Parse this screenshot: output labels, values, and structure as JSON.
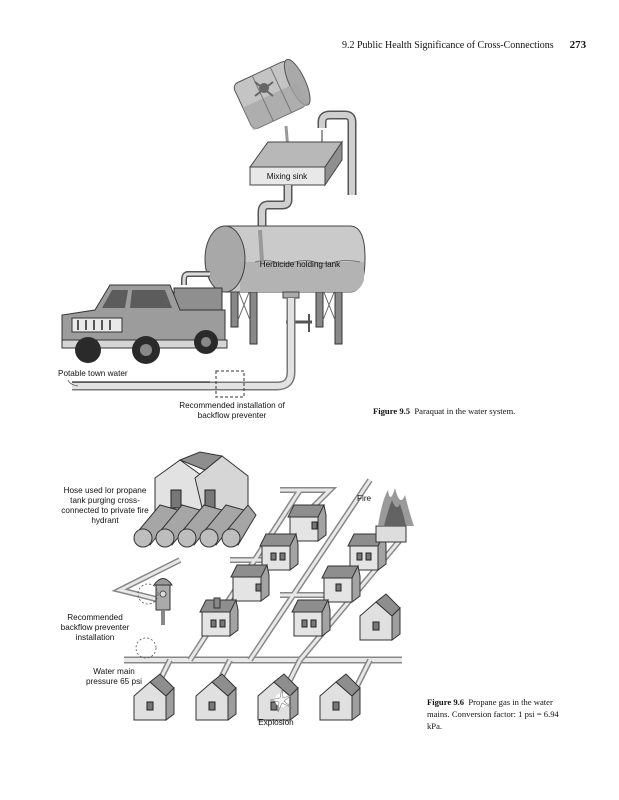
{
  "running_head": {
    "section": "9.2  Public Health Significance of Cross-Connections",
    "page_number": "273"
  },
  "figure_9_5": {
    "labels": {
      "mixing_sink": "Mixing sink",
      "holding_tank": "Herbicide holding lank",
      "potable_water": "Potable town water",
      "backflow_line1": "Recommended installation of",
      "backflow_line2": "backflow preventer"
    },
    "caption_number": "Figure 9.5",
    "caption_text": "Paraquat in the water system."
  },
  "figure_9_6": {
    "labels": {
      "hose_line1": "Hose used lor propane",
      "hose_line2": "tank purging cross-",
      "hose_line3": "connected to private fire",
      "hose_line4": "hydrant",
      "fire": "Fire",
      "backflow_line1": "Recommended",
      "backflow_line2": "backflow preventer",
      "backflow_line3": "installation",
      "main_line1": "Water main",
      "main_line2": "pressure 65 psi",
      "explosion": "Explosion"
    },
    "caption_number": "Figure 9.6",
    "caption_text": "Propane gas in the water mains. Conversion factor: 1 psi = 6.94 kPa."
  }
}
